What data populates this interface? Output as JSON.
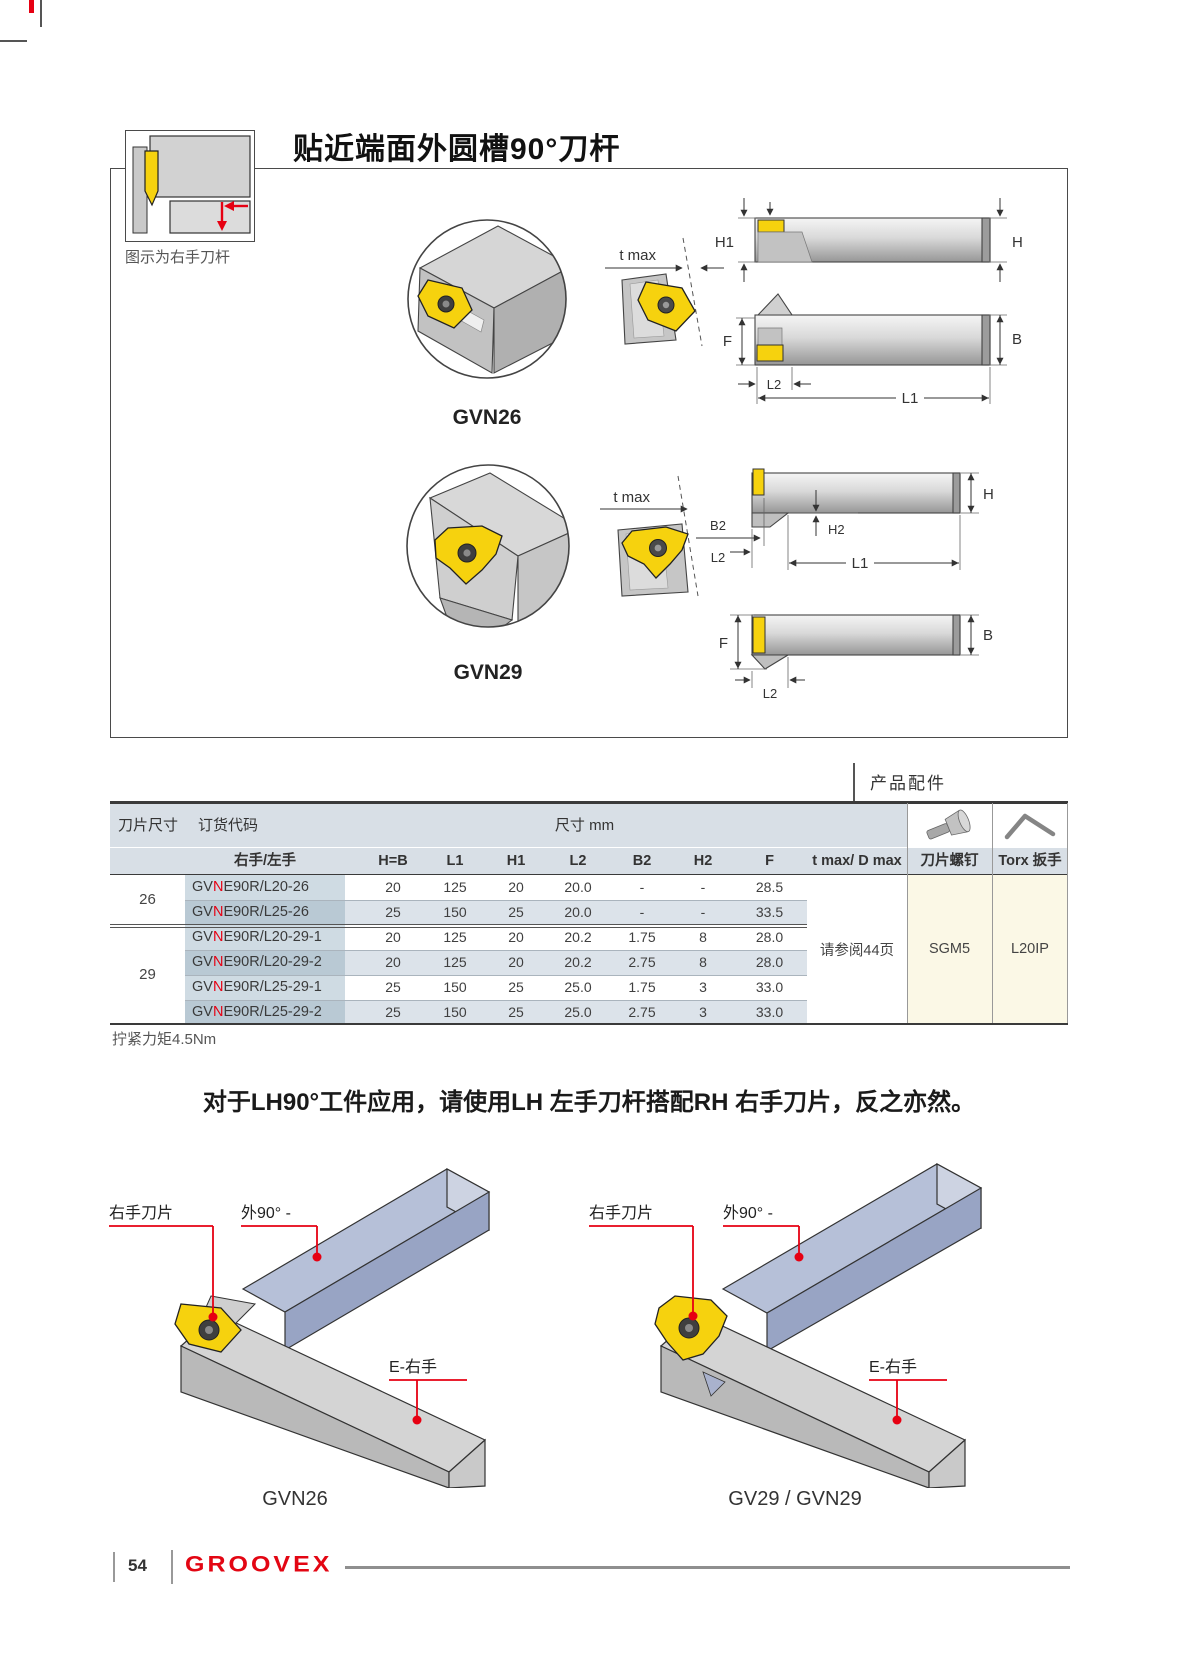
{
  "page": {
    "number": "54",
    "brand": "GROOVEX"
  },
  "header": {
    "title": "贴近端面外圆槽90°刀杆",
    "thumb_caption": "图示为右手刀杆"
  },
  "diagrams": {
    "gvn26_caption": "GVN26",
    "gvn29_caption": "GVN29",
    "dims": {
      "tmax": "t max",
      "h1": "H1",
      "h": "H",
      "f": "F",
      "b": "B",
      "l1": "L1",
      "l2": "L2",
      "b2": "B2",
      "h2": "H2"
    }
  },
  "table": {
    "col_insert_size": "刀片尺寸",
    "col_order_code": "订货代码",
    "col_dimensions": "尺寸 mm",
    "accessories_title": "产品配件",
    "col_hand": "右手/左手",
    "col_hb": "H=B",
    "col_l1": "L1",
    "col_h1": "H1",
    "col_l2": "L2",
    "col_b2": "B2",
    "col_h2": "H2",
    "col_f": "F",
    "col_tmax": "t max/ D max",
    "col_screw": "刀片螺钉",
    "col_torx": "Torx 扳手",
    "size_26": "26",
    "size_29": "29",
    "rows": [
      {
        "prefix": "GV",
        "red": "N",
        "suffix": "E90R/L20-26",
        "hb": "20",
        "l1": "125",
        "h1": "20",
        "l2": "20.0",
        "b2": "-",
        "h2": "-",
        "f": "28.5"
      },
      {
        "prefix": "GV",
        "red": "N",
        "suffix": "E90R/L25-26",
        "hb": "25",
        "l1": "150",
        "h1": "25",
        "l2": "20.0",
        "b2": "-",
        "h2": "-",
        "f": "33.5"
      },
      {
        "prefix": "GV",
        "red": "N",
        "suffix": "E90R/L20-29-1",
        "hb": "20",
        "l1": "125",
        "h1": "20",
        "l2": "20.2",
        "b2": "1.75",
        "h2": "8",
        "f": "28.0"
      },
      {
        "prefix": "GV",
        "red": "N",
        "suffix": "E90R/L20-29-2",
        "hb": "20",
        "l1": "125",
        "h1": "20",
        "l2": "20.2",
        "b2": "2.75",
        "h2": "8",
        "f": "28.0"
      },
      {
        "prefix": "GV",
        "red": "N",
        "suffix": "E90R/L25-29-1",
        "hb": "25",
        "l1": "150",
        "h1": "25",
        "l2": "25.0",
        "b2": "1.75",
        "h2": "3",
        "f": "33.0"
      },
      {
        "prefix": "GV",
        "red": "N",
        "suffix": "E90R/L25-29-2",
        "hb": "25",
        "l1": "150",
        "h1": "25",
        "l2": "25.0",
        "b2": "2.75",
        "h2": "3",
        "f": "33.0"
      }
    ],
    "tmax_note": "请参阅44页",
    "screw_value": "SGM5",
    "torx_value": "L20IP",
    "torque_note": "拧紧力矩4.5Nm"
  },
  "notice": "对于LH90°工件应用，请使用LH 左手刀杆搭配RH 右手刀片，反之亦然。",
  "bottom": {
    "label_insert": "右手刀片",
    "label_ext90": "外90° -",
    "label_e_right": "E-右手",
    "left_caption": "GVN26",
    "right_caption": "GV29 / GVN29"
  },
  "colors": {
    "accent_red": "#e60012",
    "insert_yellow": "#f6d20e",
    "header_bg": "#d8dfe6",
    "accessory_bg": "#fbf8e6"
  }
}
